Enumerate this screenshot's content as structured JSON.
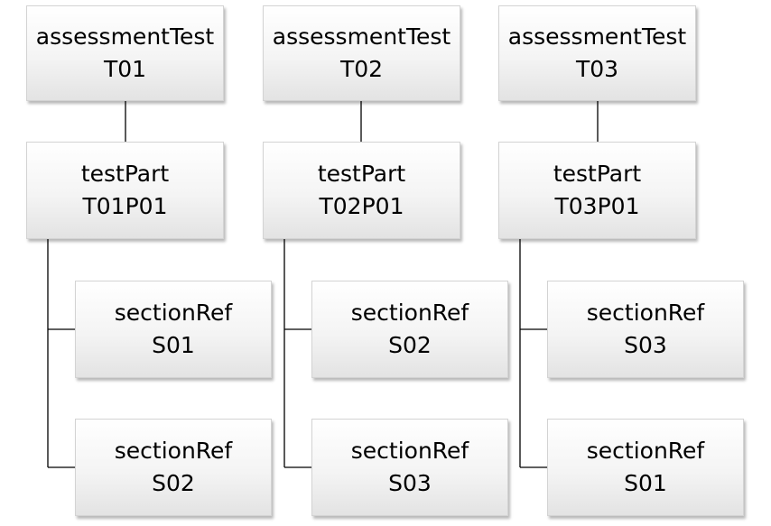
{
  "columns": [
    {
      "test": {
        "type": "assessmentTest",
        "id": "T01"
      },
      "part": {
        "type": "testPart",
        "id": "T01P01"
      },
      "sections": [
        {
          "type": "sectionRef",
          "id": "S01"
        },
        {
          "type": "sectionRef",
          "id": "S02"
        }
      ]
    },
    {
      "test": {
        "type": "assessmentTest",
        "id": "T02"
      },
      "part": {
        "type": "testPart",
        "id": "T02P01"
      },
      "sections": [
        {
          "type": "sectionRef",
          "id": "S02"
        },
        {
          "type": "sectionRef",
          "id": "S03"
        }
      ]
    },
    {
      "test": {
        "type": "assessmentTest",
        "id": "T03"
      },
      "part": {
        "type": "testPart",
        "id": "T03P01"
      },
      "sections": [
        {
          "type": "sectionRef",
          "id": "S03"
        },
        {
          "type": "sectionRef",
          "id": "S01"
        }
      ]
    }
  ]
}
